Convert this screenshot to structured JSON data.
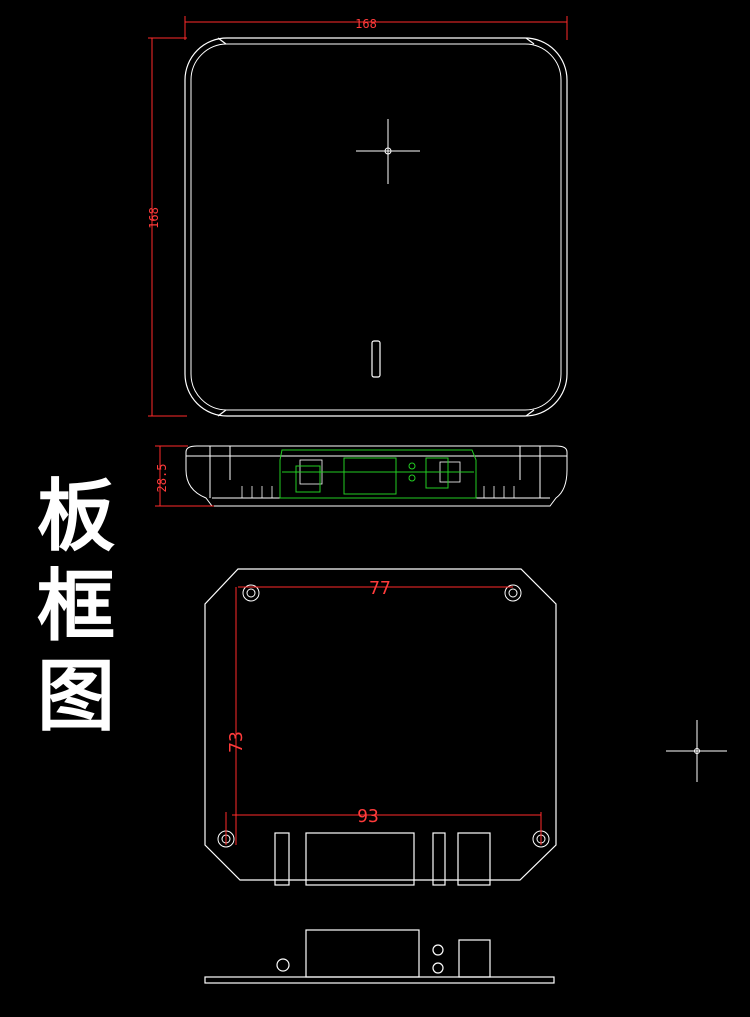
{
  "title_chars": [
    "板",
    "框",
    "图"
  ],
  "dimensions": {
    "top_width": "168",
    "top_height": "168",
    "side_height": "28.5",
    "hole_spacing_top": "77",
    "hole_spacing_vertical": "73",
    "hole_spacing_bottom": "93"
  },
  "colors": {
    "outline": "#ffffff",
    "dimension": "#ff2a2a",
    "pcb": "#22cc22",
    "background": "#000000"
  }
}
